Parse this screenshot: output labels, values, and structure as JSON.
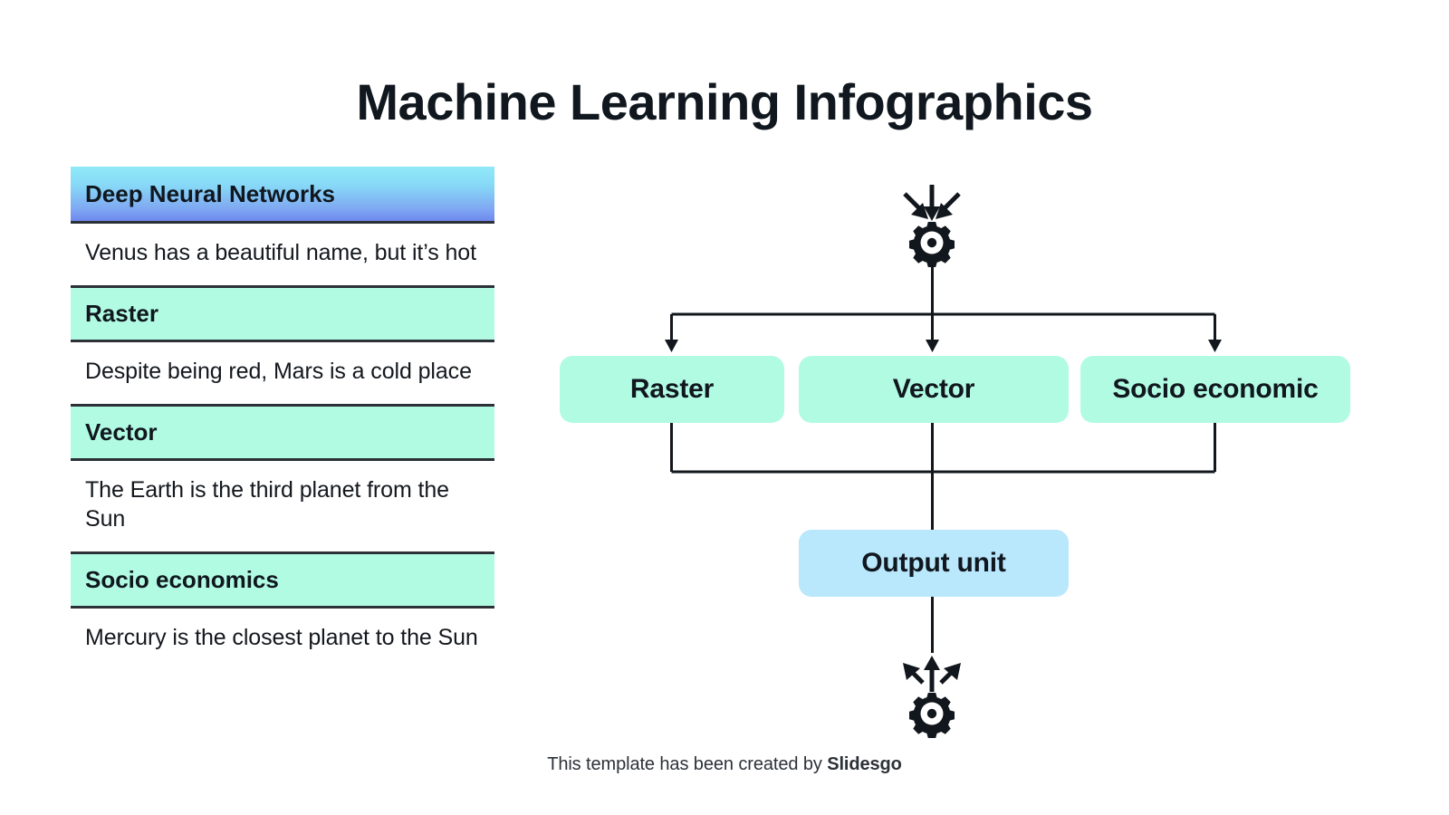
{
  "slide": {
    "title": "Machine Learning Infographics",
    "background": "#ffffff"
  },
  "colors": {
    "primary_gradient_start": "#8FE9F7",
    "primary_gradient_end": "#6E87EE",
    "mint": "#B2FBE3",
    "light_blue": "#B9E7FB",
    "ink": "#10171e",
    "rule": "#2b3137"
  },
  "list_panel": {
    "items": [
      {
        "header": "Deep Neural Networks",
        "style": "primary",
        "body": "Venus has a beautiful name, but it’s hot"
      },
      {
        "header": "Raster",
        "style": "secondary",
        "body": "Despite being red, Mars is a cold place"
      },
      {
        "header": "Vector",
        "style": "secondary",
        "body": "The Earth is the third planet from the Sun"
      },
      {
        "header": "Socio economics",
        "style": "secondary",
        "body": "Mercury is the closest planet to the Sun"
      }
    ]
  },
  "diagram": {
    "input_icon": "gear-arrows-in-icon",
    "output_icon": "gear-arrows-out-icon",
    "nodes": [
      {
        "label": "Raster",
        "style": "mint"
      },
      {
        "label": "Vector",
        "style": "mint"
      },
      {
        "label": "Socio economic",
        "style": "mint"
      },
      {
        "label": "Output unit",
        "style": "blue"
      }
    ]
  },
  "footer": {
    "prefix": "This template has been created by ",
    "brand": "Slidesgo"
  }
}
